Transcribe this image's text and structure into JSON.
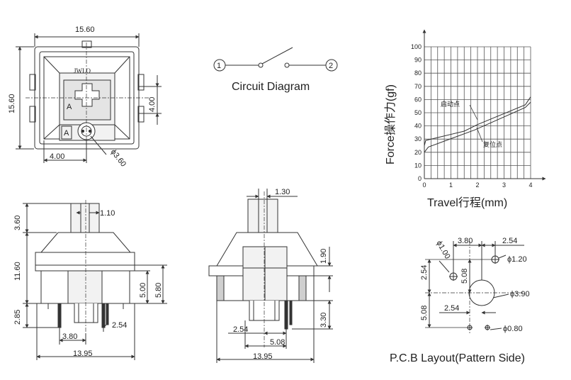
{
  "colors": {
    "stroke": "#333333",
    "grid": "#555555",
    "fill_light": "#e8e8e8",
    "fill_mid": "#cfcfcf"
  },
  "top_view": {
    "logo": "JWLO",
    "width": "15.60",
    "height": "15.60",
    "stem_offset": "4.00",
    "led_x": "4.00",
    "hole": "ϕ3.60",
    "mark_a1": "A",
    "mark_a2": "A"
  },
  "circuit": {
    "pin1": "1",
    "pin2": "2",
    "caption": "Circuit Diagram"
  },
  "chart_data": {
    "type": "line",
    "xlabel": "Travel行程(mm)",
    "ylabel": "Force操作力(gf)",
    "xlim": [
      0,
      4
    ],
    "ylim": [
      0,
      100
    ],
    "x_ticks": [
      "0",
      "1",
      "2",
      "3",
      "4"
    ],
    "y_ticks": [
      "0",
      "10",
      "20",
      "30",
      "40",
      "50",
      "60",
      "70",
      "80",
      "90",
      "100"
    ],
    "grid": true,
    "series": [
      {
        "name": "启动点",
        "x": [
          0,
          0.05,
          1.5,
          2.0,
          3.8,
          4.0
        ],
        "y": [
          25,
          29,
          36,
          41,
          56,
          62
        ]
      },
      {
        "name": "复位点",
        "x": [
          0,
          0.15,
          1.9,
          3.8,
          4.0
        ],
        "y": [
          20,
          24,
          37,
          54,
          58
        ]
      }
    ],
    "annotations": [
      "启动点",
      "复位点"
    ]
  },
  "side_view": {
    "stem_h": "3.60",
    "stem_w": "1.10",
    "body_h": "11.60",
    "pin_len": "2.85",
    "h500": "5.00",
    "h580": "5.80",
    "pin_x": "3.80",
    "pin_d": "2.54",
    "width": "13.95"
  },
  "front_view": {
    "stem_w": "1.30",
    "step": "1.90",
    "pin_len": "3.30",
    "pin_d": "2.54",
    "pin_x": "5.08",
    "width": "13.95"
  },
  "pcb": {
    "d380": "3.80",
    "d254_top": "2.54",
    "d254_left": "2.54",
    "d508_v": "5.08",
    "d508_left": "5.08",
    "d254_mid": "2.54",
    "hole_100": "ϕ1.00",
    "hole_120": "ϕ1.20",
    "hole_390": "ϕ3.90",
    "hole_080": "ϕ0.80",
    "caption": "P.C.B Layout(Pattern Side)"
  }
}
